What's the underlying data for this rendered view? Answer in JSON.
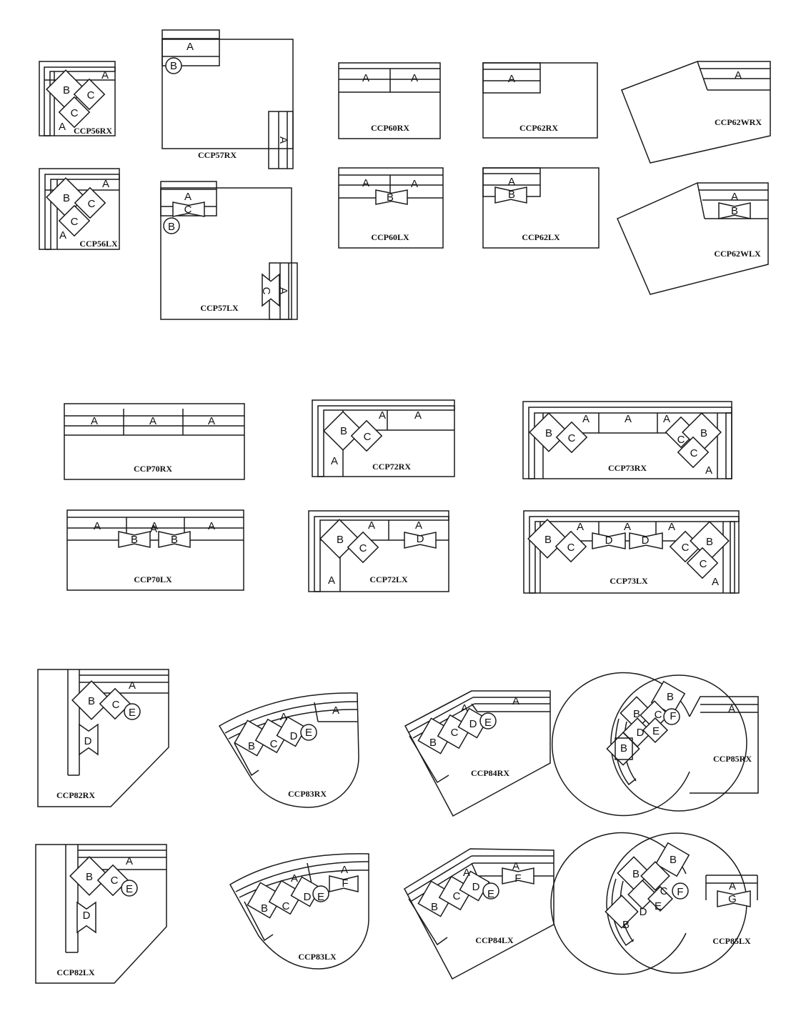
{
  "colors": {
    "line": "#1a1a1a",
    "background": "#ffffff"
  },
  "models": [
    {
      "id": "ccp56rx",
      "code": "CCP56RX",
      "pieces": [
        "A",
        "B",
        "C",
        "C",
        "A"
      ]
    },
    {
      "id": "ccp56lx",
      "code": "CCP56LX",
      "pieces": [
        "A",
        "B",
        "C",
        "C",
        "A"
      ]
    },
    {
      "id": "ccp57rx",
      "code": "CCP57RX",
      "pieces": [
        "A",
        "B",
        "A"
      ]
    },
    {
      "id": "ccp57lx",
      "code": "CCP57LX",
      "pieces": [
        "A",
        "C",
        "B",
        "A",
        "C"
      ]
    },
    {
      "id": "ccp60rx",
      "code": "CCP60RX",
      "pieces": [
        "A",
        "A"
      ]
    },
    {
      "id": "ccp60lx",
      "code": "CCP60LX",
      "pieces": [
        "A",
        "A",
        "B"
      ]
    },
    {
      "id": "ccp62rx",
      "code": "CCP62RX",
      "pieces": [
        "A"
      ]
    },
    {
      "id": "ccp62lx",
      "code": "CCP62LX",
      "pieces": [
        "A",
        "B"
      ]
    },
    {
      "id": "ccp62wrx",
      "code": "CCP62WRX",
      "pieces": [
        "A"
      ]
    },
    {
      "id": "ccp62wlx",
      "code": "CCP62WLX",
      "pieces": [
        "A",
        "B"
      ]
    },
    {
      "id": "ccp70rx",
      "code": "CCP70RX",
      "pieces": [
        "A",
        "A",
        "A"
      ]
    },
    {
      "id": "ccp70lx",
      "code": "CCP70LX",
      "pieces": [
        "A",
        "A",
        "A",
        "A",
        "B",
        "B"
      ]
    },
    {
      "id": "ccp72rx",
      "code": "CCP72RX",
      "pieces": [
        "A",
        "A",
        "B",
        "C",
        "A"
      ]
    },
    {
      "id": "ccp72lx",
      "code": "CCP72LX",
      "pieces": [
        "A",
        "A",
        "B",
        "C",
        "D",
        "A"
      ]
    },
    {
      "id": "ccp73rx",
      "code": "CCP73RX",
      "pieces": [
        "A",
        "A",
        "A",
        "B",
        "C",
        "C",
        "B",
        "C",
        "A"
      ]
    },
    {
      "id": "ccp73lx",
      "code": "CCP73LX",
      "pieces": [
        "A",
        "A",
        "A",
        "B",
        "C",
        "D",
        "D",
        "C",
        "B",
        "C",
        "A"
      ]
    },
    {
      "id": "ccp82rx",
      "code": "CCP82RX",
      "pieces": [
        "A",
        "B",
        "C",
        "E",
        "D"
      ]
    },
    {
      "id": "ccp82lx",
      "code": "CCP82LX",
      "pieces": [
        "A",
        "B",
        "C",
        "E",
        "D"
      ]
    },
    {
      "id": "ccp83rx",
      "code": "CCP83RX",
      "pieces": [
        "A",
        "A",
        "B",
        "C",
        "D",
        "E"
      ]
    },
    {
      "id": "ccp83lx",
      "code": "CCP83LX",
      "pieces": [
        "A",
        "A",
        "B",
        "C",
        "D",
        "E",
        "F"
      ]
    },
    {
      "id": "ccp84rx",
      "code": "CCP84RX",
      "pieces": [
        "A",
        "A",
        "B",
        "C",
        "D",
        "E"
      ]
    },
    {
      "id": "ccp84lx",
      "code": "CCP84LX",
      "pieces": [
        "A",
        "A",
        "B",
        "C",
        "D",
        "E",
        "F"
      ]
    },
    {
      "id": "ccp85rx",
      "code": "CCP85RX",
      "pieces": [
        "A",
        "B",
        "B",
        "C",
        "F",
        "E",
        "D",
        "B"
      ]
    },
    {
      "id": "ccp85lx",
      "code": "CCP85LX",
      "pieces": [
        "A",
        "G",
        "B",
        "B",
        "C",
        "F",
        "E",
        "D",
        "B"
      ]
    }
  ]
}
